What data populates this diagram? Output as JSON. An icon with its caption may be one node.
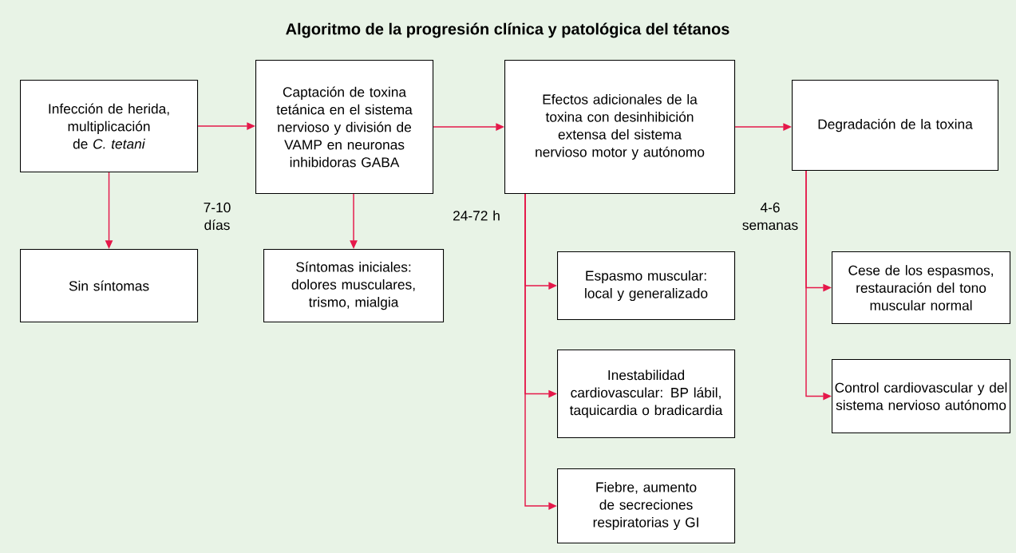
{
  "diagram": {
    "title": "Algoritmo de la progresión clínica y patológica del tétanos",
    "nodes": [
      {
        "text": [
          "Infección de herida, multiplicación de *C. tetani*"
        ]
      },
      {
        "text": [
          "Captación de toxina tetánica en el sistema nervioso y división de VAMP en neuronas inhibidoras GABA"
        ]
      },
      {
        "text": [
          "Efectos adicionales de la toxina con desinhibición extensa del sistema nervioso motor y autónomo"
        ]
      },
      {
        "text": [
          "Degradación de la toxina"
        ]
      },
      {
        "text": [
          "Sin síntomas"
        ]
      },
      {
        "text": [
          "Síntomas iniciales: dolores musculares, trismo, mialgia"
        ]
      },
      {
        "text": [
          "Espasmo muscular: local y generalizado"
        ]
      },
      {
        "text": [
          "Inestabilidad cardiovascular: BP lábil, taquicardia o bradicardia"
        ]
      },
      {
        "text": [
          "Fiebre, aumento de secreciones respiratorias y GI"
        ]
      },
      {
        "text": [
          "Cese de los espasmos, restauración del tono muscular normal"
        ]
      },
      {
        "text": [
          "Control cardiovascular y del sistema nervioso autónomo"
        ]
      }
    ],
    "edges": [
      {
        "from": 0,
        "to": 1,
        "arrow": "to"
      },
      {
        "from": 1,
        "to": 2,
        "arrow": "to"
      },
      {
        "from": 2,
        "to": 3,
        "arrow": "to"
      },
      {
        "from": 0,
        "to": 4,
        "arrow": "to"
      },
      {
        "from": 1,
        "to": 5,
        "arrow": "to"
      },
      {
        "from": 2,
        "to": 6,
        "arrow": "to"
      },
      {
        "from": 2,
        "to": 7,
        "arrow": "to"
      },
      {
        "from": 2,
        "to": 8,
        "arrow": "to"
      },
      {
        "from": 3,
        "to": 9,
        "arrow": "to"
      },
      {
        "from": 3,
        "to": 10,
        "arrow": "to"
      }
    ],
    "labels": [
      "7-10 días",
      "24-72 h",
      "4-6 semanas"
    ]
  }
}
